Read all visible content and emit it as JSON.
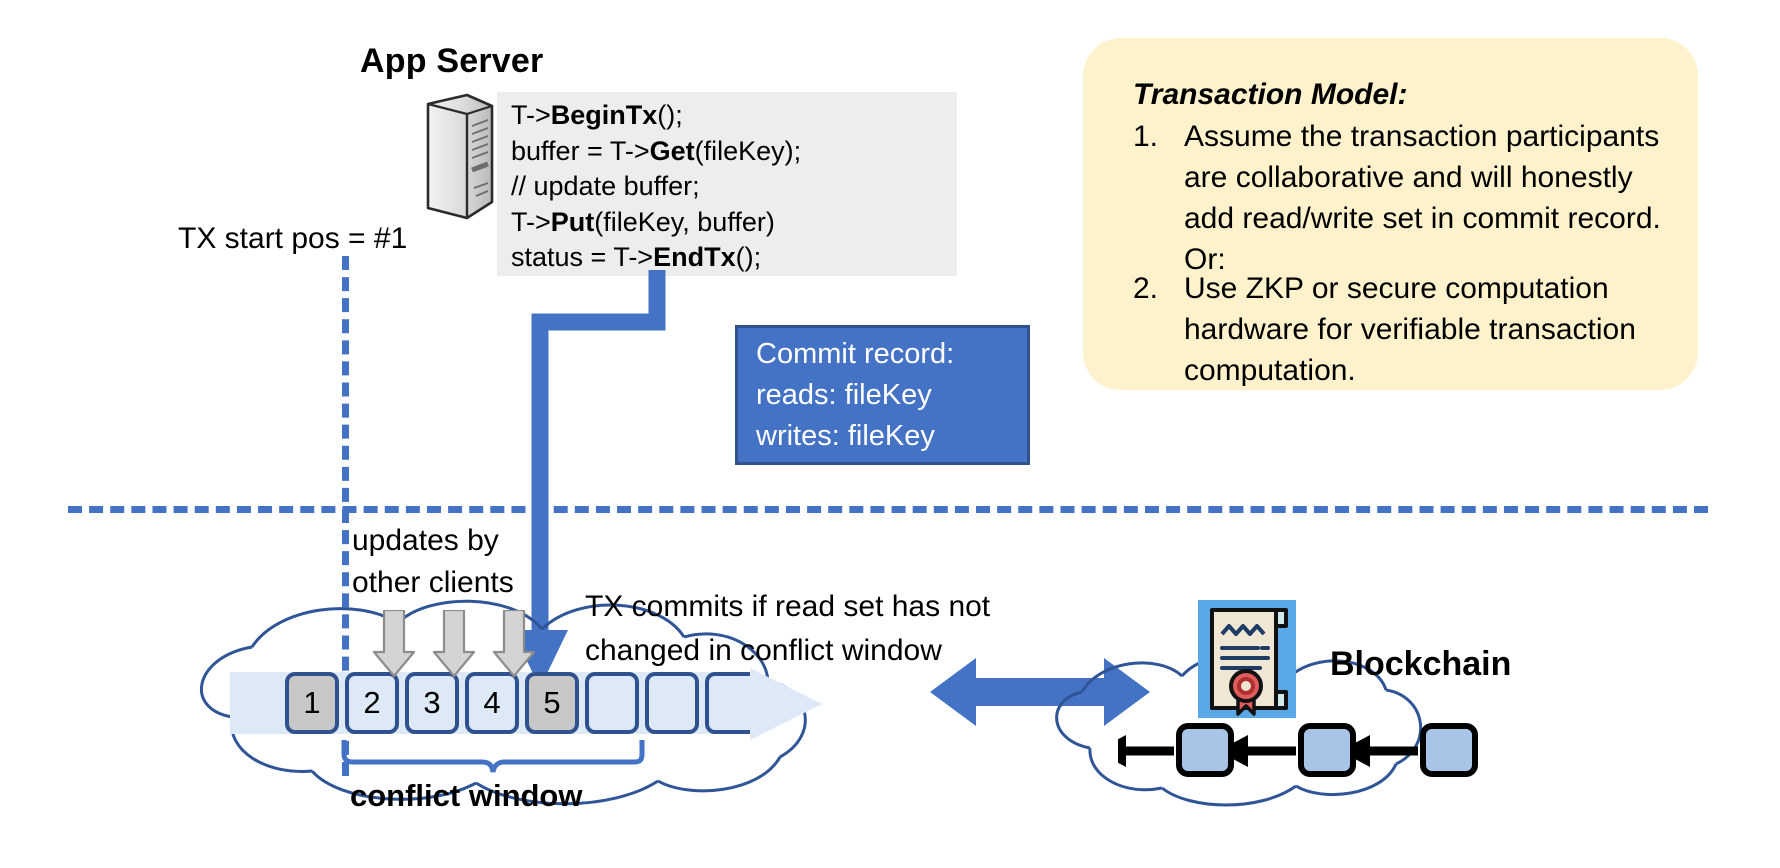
{
  "diagram": {
    "title": "Transactional storage over blockchain ledger",
    "colors": {
      "accent_blue": "#4472c4",
      "accent_blue_dark": "#2f528f",
      "callout_yellow": "#fdf2cc",
      "code_bg": "#ededed",
      "ledger_strip": "#dde9f7",
      "block_filled": "#c8c8c8",
      "bc_block": "#a8c5e8",
      "cert_bg": "#5aa9e6",
      "seal_red": "#d94a4a"
    }
  },
  "app_server": {
    "title": "App Server",
    "icon": "server-tower-icon",
    "code_lines": [
      {
        "pre": "T->",
        "bold": "BeginTx",
        "post": "();"
      },
      {
        "pre": "buffer = T->",
        "bold": "Get",
        "post": "(fileKey);"
      },
      {
        "pre": "// update buffer;",
        "bold": "",
        "post": ""
      },
      {
        "pre": "T->",
        "bold": "Put",
        "post": "(fileKey, buffer)"
      },
      {
        "pre": "status = T->",
        "bold": "EndTx",
        "post": "();"
      }
    ]
  },
  "tx_start": {
    "label": "TX start pos = #1"
  },
  "commit_record": {
    "lines": [
      "Commit record:",
      "reads: fileKey",
      "writes: fileKey"
    ]
  },
  "transaction_model": {
    "title": "Transaction Model:",
    "items": [
      {
        "num": "1.",
        "text": "Assume the transaction participants are collaborative and will honestly add read/write set in commit record.  Or:"
      },
      {
        "num": "2.",
        "text": "Use ZKP or secure computation hardware for verifiable transaction computation."
      }
    ]
  },
  "ledger": {
    "updates_label": "updates by\nother clients",
    "updates_label_line1": "updates by",
    "updates_label_line2": "other clients",
    "commit_note_line1": "TX commits if read set has not",
    "commit_note_line2": "changed in conflict window",
    "conflict_window_label": "conflict window",
    "blocks": [
      {
        "label": "1",
        "state": "filled"
      },
      {
        "label": "2",
        "state": "empty"
      },
      {
        "label": "3",
        "state": "empty"
      },
      {
        "label": "4",
        "state": "empty"
      },
      {
        "label": "5",
        "state": "filled"
      },
      {
        "label": "",
        "state": "empty"
      },
      {
        "label": "",
        "state": "empty"
      },
      {
        "label": "",
        "state": "empty"
      }
    ]
  },
  "blockchain": {
    "label": "Blockchain",
    "cert_icon": "certificate-contract-icon",
    "block_count": 3
  }
}
